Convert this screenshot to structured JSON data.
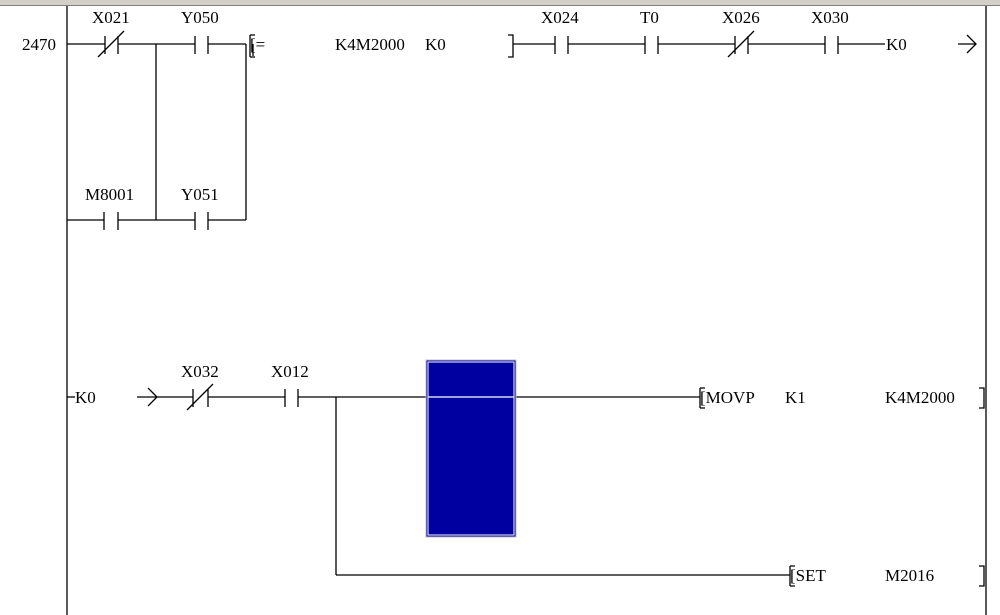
{
  "step_number": "2470",
  "rung1": {
    "contacts": [
      {
        "label": "X021",
        "type": "NC"
      },
      {
        "label": "Y050",
        "type": "NO"
      },
      {
        "label": "M8001",
        "type": "NO"
      },
      {
        "label": "Y051",
        "type": "NO"
      },
      {
        "label": "X024",
        "type": "NO"
      },
      {
        "label": "T0",
        "type": "NO"
      },
      {
        "label": "X026",
        "type": "NC"
      },
      {
        "label": "X030",
        "type": "NO"
      }
    ],
    "compare": {
      "open": "[=",
      "op1": "K4M2000",
      "op2": "K0",
      "close": "]"
    },
    "jump_label": "K0"
  },
  "rung2": {
    "jump_label": "K0",
    "contacts": [
      {
        "label": "X032",
        "type": "NC"
      },
      {
        "label": "X012",
        "type": "NO"
      }
    ],
    "instr1": {
      "name": "[MOVP",
      "op1": "K1",
      "op2": "K4M2000",
      "close": "]"
    },
    "instr2": {
      "name": "[SET",
      "op1": "M2016",
      "close": "]"
    }
  },
  "colors": {
    "cursor": "#0000a0"
  }
}
